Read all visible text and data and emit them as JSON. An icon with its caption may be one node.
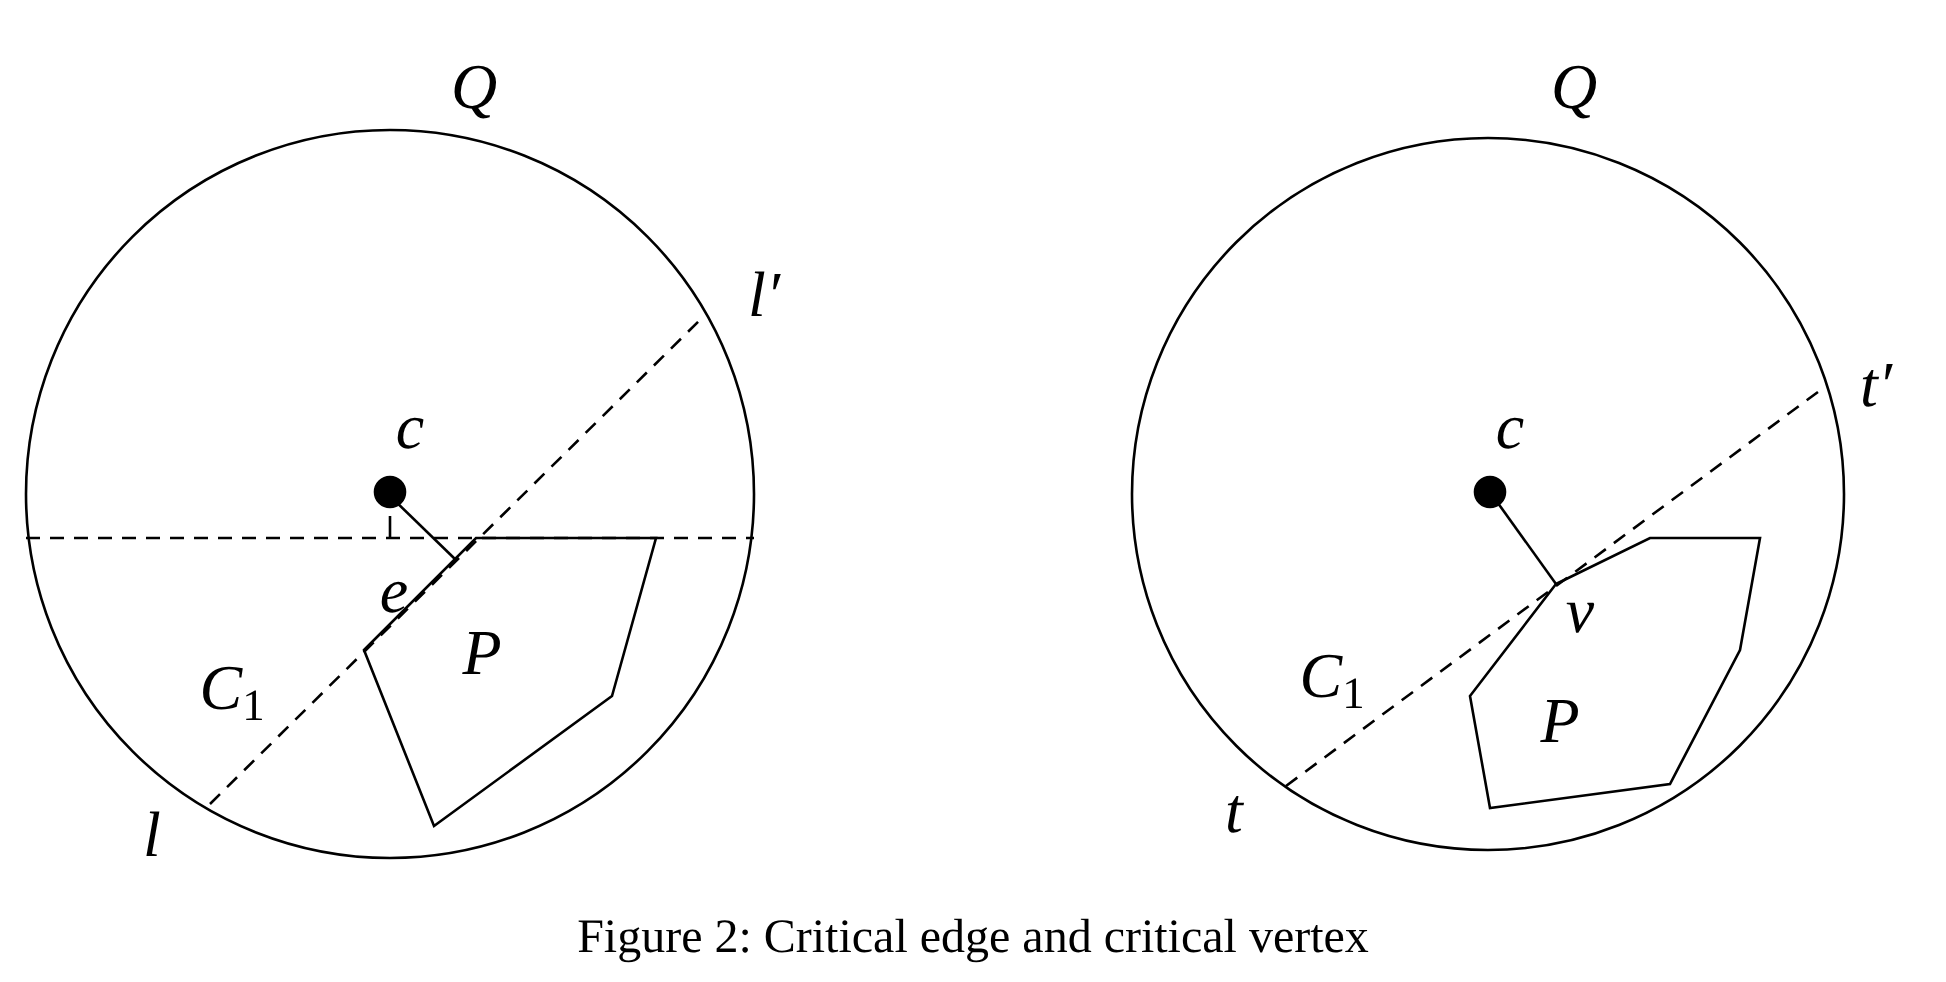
{
  "diagram": {
    "caption": "Figure 2: Critical edge and critical vertex",
    "labels": [
      "Q",
      "Q",
      "l′",
      "t′",
      "c",
      "c",
      "e",
      "v",
      "P",
      "C$_{1}$",
      "C$_{1}$",
      "P",
      "l",
      "t"
    ]
  }
}
